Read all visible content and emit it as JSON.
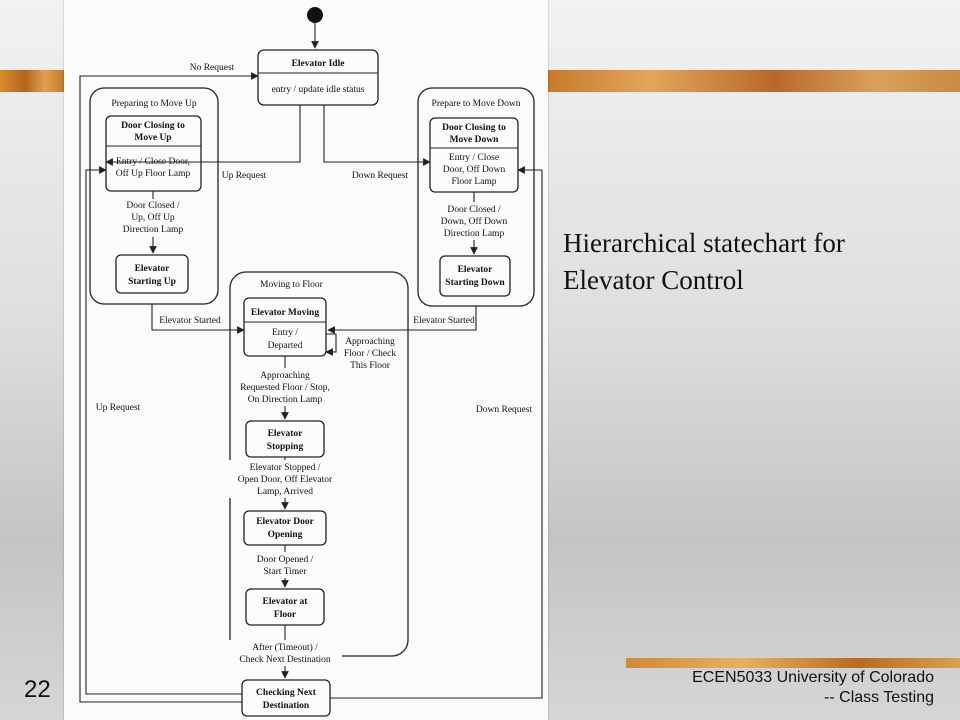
{
  "slide": {
    "caption_line1": "Hierarchical statechart for",
    "caption_line2": "Elevator Control",
    "number": "22",
    "footer_line1": "ECEN5033 University of Colorado",
    "footer_line2": "-- Class Testing"
  },
  "diagram": {
    "idle": {
      "title": "Elevator Idle",
      "action": "entry / update idle status"
    },
    "up_composite": {
      "title": "Preparing to Move Up"
    },
    "door_up": {
      "title1": "Door Closing to",
      "title2": "Move Up",
      "action1": "Entry / Close Door,",
      "action2": "Off Up Floor Lamp"
    },
    "start_up": {
      "title1": "Elevator",
      "title2": "Starting Up"
    },
    "up_inner_transition": {
      "line1": "Door Closed /",
      "line2": "Up, Off Up",
      "line3": "Direction Lamp"
    },
    "down_composite": {
      "title": "Prepare to Move Down"
    },
    "door_down": {
      "title1": "Door Closing to",
      "title2": "Move Down",
      "action1": "Entry / Close",
      "action2": "Door, Off Down",
      "action3": "Floor Lamp"
    },
    "start_down": {
      "title1": "Elevator",
      "title2": "Starting Down"
    },
    "down_inner_transition": {
      "line1": "Door Closed /",
      "line2": "Down, Off Down",
      "line3": "Direction Lamp"
    },
    "moving_composite": {
      "title": "Moving to Floor"
    },
    "moving": {
      "title": "Elevator Moving",
      "action1": "Entry /",
      "action2": "Departed"
    },
    "stopping": {
      "title1": "Elevator",
      "title2": "Stopping"
    },
    "door_open": {
      "title1": "Elevator Door",
      "title2": "Opening"
    },
    "at_floor": {
      "title1": "Elevator at",
      "title2": "Floor"
    },
    "checking": {
      "title1": "Checking Next",
      "title2": "Destination"
    },
    "transitions": {
      "no_request": "No Request",
      "up_request": "Up Request",
      "down_request": "Down Request",
      "started_left": "Elevator Started",
      "started_right": "Elevator Started",
      "approaching_self": {
        "line1": "Approaching",
        "line2": "Floor / Check",
        "line3": "This Floor"
      },
      "approaching_req": {
        "line1": "Approaching",
        "line2": "Requested Floor / Stop,",
        "line3": "On Direction Lamp"
      },
      "stopped": {
        "line1": "Elevator Stopped /",
        "line2": "Open Door, Off Elevator",
        "line3": "Lamp, Arrived"
      },
      "opened": {
        "line1": "Door Opened /",
        "line2": "Start Timer"
      },
      "timeout": {
        "line1": "After (Timeout) /",
        "line2": "Check Next Destination"
      },
      "up_request_outer": "Up Request",
      "down_request_outer": "Down Request"
    }
  }
}
